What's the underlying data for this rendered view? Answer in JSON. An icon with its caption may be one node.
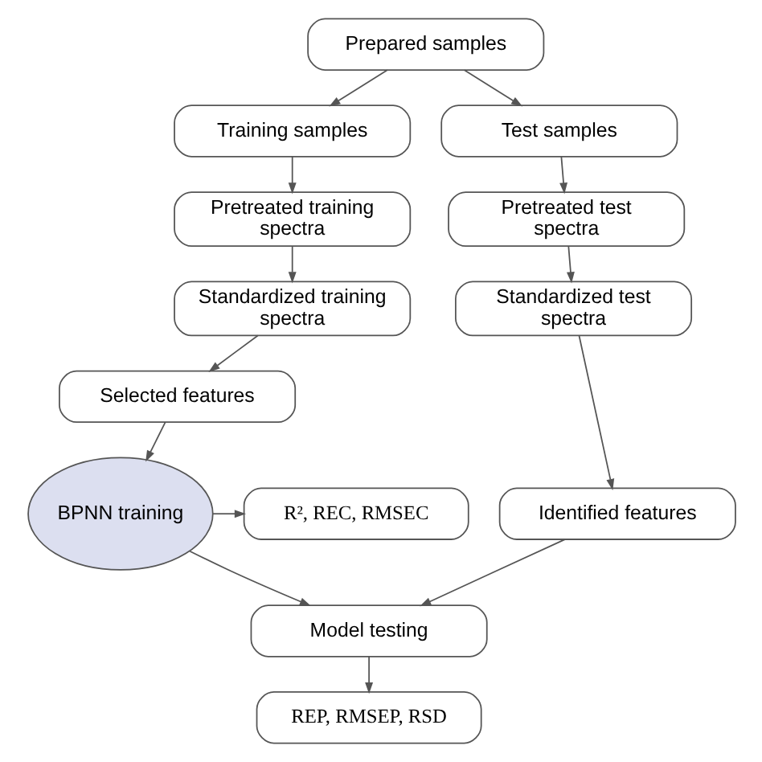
{
  "diagram": {
    "nodes": [
      {
        "text": [
          "Prepared samples"
        ]
      },
      {
        "text": [
          "Training samples"
        ]
      },
      {
        "text": [
          "Test samples"
        ]
      },
      {
        "text": [
          "Pretreated training spectra"
        ]
      },
      {
        "text": [
          "Pretreated test spectra"
        ]
      },
      {
        "text": [
          "Standardized training spectra"
        ]
      },
      {
        "text": [
          "Standardized test spectra"
        ]
      },
      {
        "text": [
          "Selected features"
        ]
      },
      {
        "text": [
          "Identified features"
        ]
      },
      {
        "text": [
          "BPNN training"
        ]
      },
      {
        "text": [
          "R², REC, RMSEC"
        ]
      },
      {
        "text": [
          "Model testing"
        ]
      },
      {
        "text": [
          "REP, RMSEP, RSD"
        ]
      }
    ],
    "edges": [
      {
        "from": 0,
        "to": 1,
        "arrow": "to"
      },
      {
        "from": 0,
        "to": 2,
        "arrow": "to"
      },
      {
        "from": 1,
        "to": 3,
        "arrow": "to"
      },
      {
        "from": 2,
        "to": 4,
        "arrow": "to"
      },
      {
        "from": 3,
        "to": 5,
        "arrow": "to"
      },
      {
        "from": 4,
        "to": 6,
        "arrow": "to"
      },
      {
        "from": 5,
        "to": 7,
        "arrow": "to"
      },
      {
        "from": 6,
        "to": 8,
        "arrow": "to"
      },
      {
        "from": 7,
        "to": 9,
        "arrow": "to"
      },
      {
        "from": 9,
        "to": 10,
        "arrow": "to"
      },
      {
        "from": 9,
        "to": 11,
        "arrow": "to"
      },
      {
        "from": 8,
        "to": 11,
        "arrow": "to"
      },
      {
        "from": 11,
        "to": 12,
        "arrow": "to"
      }
    ]
  }
}
